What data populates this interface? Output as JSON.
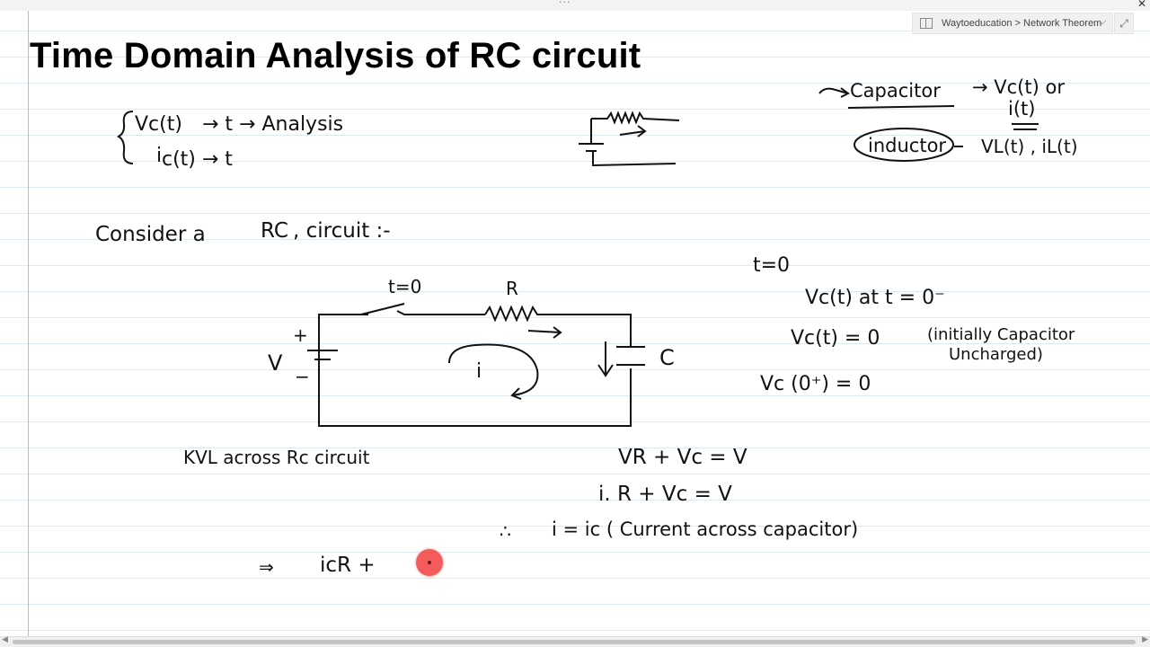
{
  "window": {
    "grip_icon": "drag-handle-icon",
    "grip_glyph": "···",
    "close_glyph": "✕"
  },
  "page": {
    "title": "Time Domain Analysis of RC circuit"
  },
  "notebook": {
    "breadcrumb": "Waytoeducation > Network Theorem",
    "chevron_glyph": "⌵",
    "expand_glyph": "⤢"
  },
  "notes": {
    "line1a": "Vc(t)",
    "line1b": "→  t   →  Analysis",
    "line2a": "i",
    "line2b": "c(t)  →  t",
    "capacitor": "Capacitor",
    "cap_value1": "→ Vc(t) or",
    "cap_value2": "i(t)",
    "inductor": "inductor",
    "ind_value": "VL(t) , iL(t)",
    "consider": "Consider  a",
    "rc": "RC",
    "circuit_word": ", circuit  :-",
    "switch_label": "t=0",
    "resistor_label": "R",
    "plus": "+",
    "minus": "−",
    "source_label": "V",
    "loop_label": "i",
    "cap_label": "C",
    "t0": "t=0",
    "eq1": "Vc(t)  at   t = 0⁻",
    "eq2": "Vc(t)  =  0",
    "eq2_note1": "(initially Capacitor",
    "eq2_note2": "Uncharged)",
    "eq3": "Vc (0⁺)  =  0",
    "kvl": "KVL   across   Rc   circuit",
    "eq4": "VR  +  Vc   =  V",
    "eq5": "i. R   +  Vc  =  V",
    "therefore": "∴",
    "eq6": "i = ic  ( Current  across  capacitor)",
    "implies": "⇒",
    "eq7": "icR  +"
  },
  "colors": {
    "ink": "#111111",
    "laser": "#f45b5b",
    "ruled_line": "#dde9f4",
    "margin_line": "#e7a9a9"
  }
}
